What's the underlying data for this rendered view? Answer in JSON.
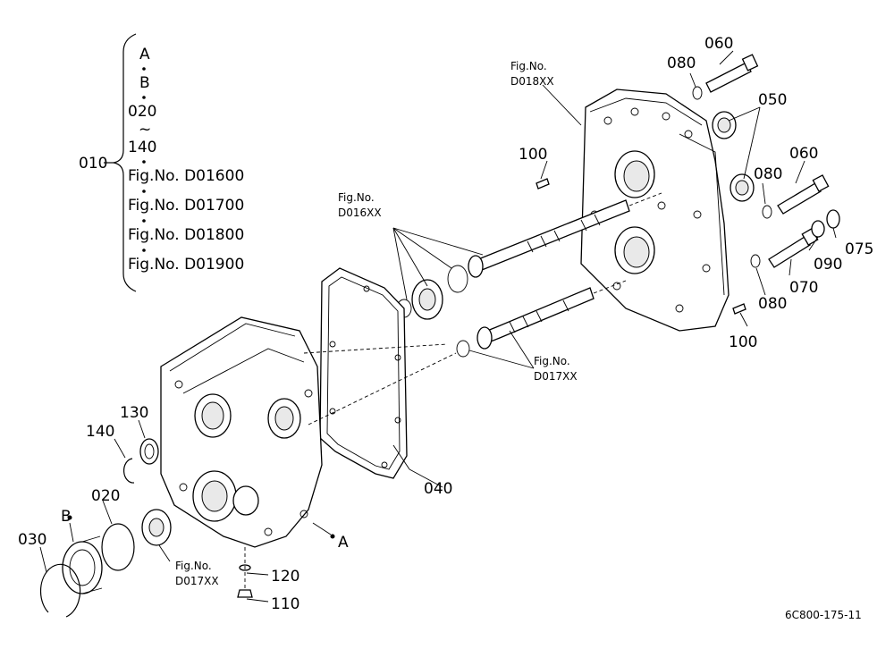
{
  "list": {
    "parent_number": "010",
    "items": [
      "A",
      "B",
      "020",
      "~",
      "140",
      "Fig.No.  D01600",
      "Fig.No.  D01700",
      "Fig.No.  D01800",
      "Fig.No.  D01900"
    ]
  },
  "refs": {
    "d018": {
      "title": "Fig.No.",
      "code": "D018XX"
    },
    "d016": {
      "title": "Fig.No.",
      "code": "D016XX"
    },
    "d017_right": {
      "title": "Fig.No.",
      "code": "D017XX"
    },
    "d017_left": {
      "title": "Fig.No.",
      "code": "D017XX"
    }
  },
  "parts": {
    "p030": "030",
    "pB": "B",
    "p020": "020",
    "p140": "140",
    "p130": "130",
    "p120": "120",
    "p110": "110",
    "pA": "A",
    "p040": "040",
    "p100_top": "100",
    "p100_bottom": "100",
    "p060_top": "060",
    "p060_mid": "060",
    "p080_top": "080",
    "p080_mid": "080",
    "p080_low": "080",
    "p050": "050",
    "p075": "075",
    "p090": "090",
    "p070": "070"
  },
  "footer": {
    "code": "6C800-175-11"
  }
}
